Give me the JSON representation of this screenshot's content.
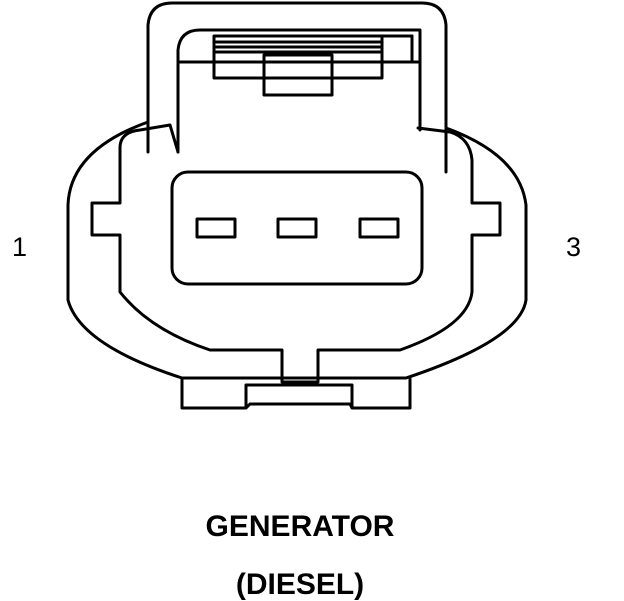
{
  "pin_labels": {
    "left": "1",
    "right": "3"
  },
  "caption": {
    "title": "GENERATOR",
    "subtitle": "(DIESEL)"
  },
  "connector": {
    "cavity_count": 3,
    "line_color": "#000000",
    "background": "#ffffff"
  }
}
